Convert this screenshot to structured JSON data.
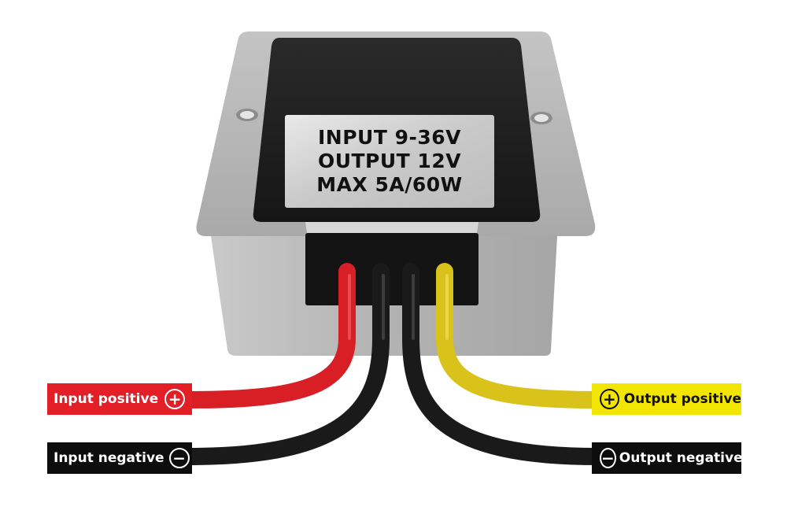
{
  "label": {
    "line1": "INPUT 9-36V",
    "line2": "OUTPUT 12V",
    "line3": "MAX 5A/60W"
  },
  "tags": {
    "input_positive": {
      "text": "Input positive",
      "symbol": "+",
      "color": "#e21f26"
    },
    "input_negative": {
      "text": "Input negative",
      "symbol": "−",
      "color": "#0d0d0d"
    },
    "output_positive": {
      "text": "Output positive",
      "symbol": "+",
      "color": "#f2e500"
    },
    "output_negative": {
      "text": "Output negative",
      "symbol": "−",
      "color": "#0d0d0d"
    }
  },
  "colors": {
    "housing": "#b9b9b9",
    "wire_red": "#d81f26",
    "wire_yellow": "#d9c21a",
    "wire_black": "#1a1a1a"
  }
}
